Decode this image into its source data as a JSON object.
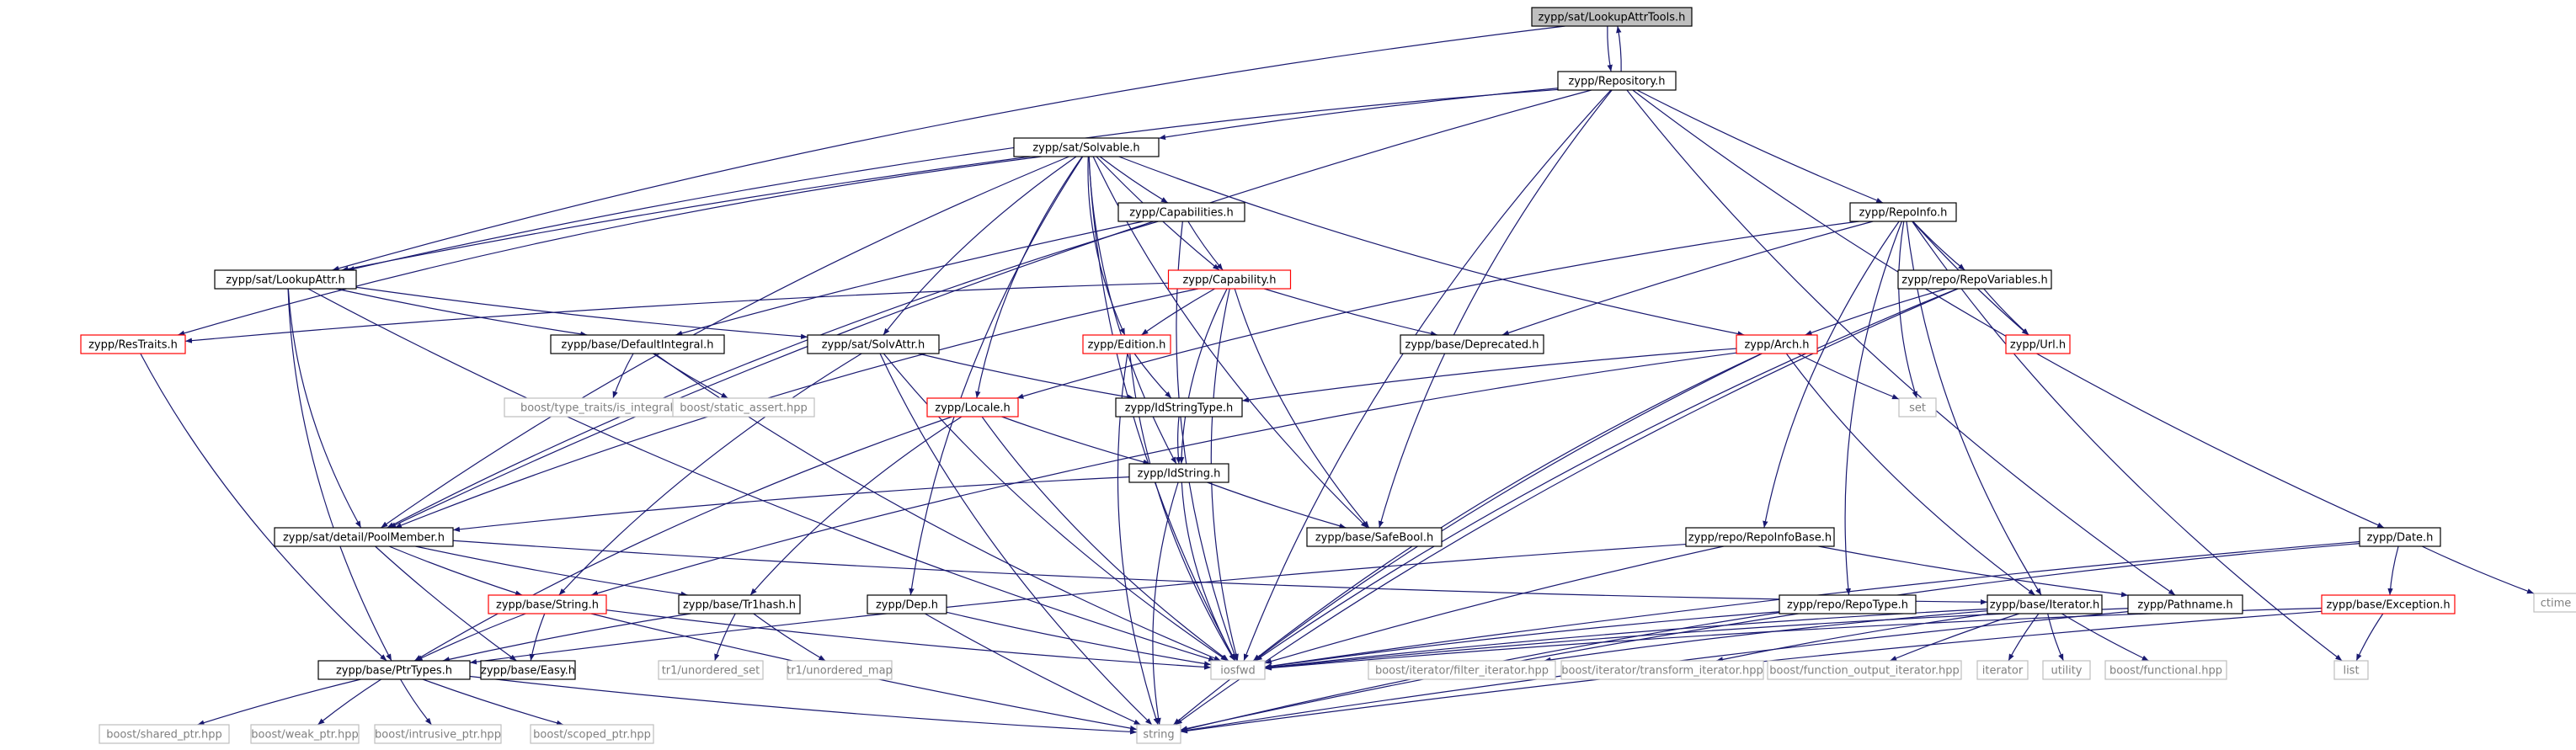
{
  "colors": {
    "edge": "#191970",
    "root_fill": "#bfbfbf",
    "normal_border": "#000000",
    "truncated_border": "#ff0000",
    "external_border": "#bfbfbf",
    "external_text": "#7f7f7f",
    "text": "#000000"
  },
  "nodes": [
    {
      "id": "lookupattrtools",
      "label": "zypp/sat/LookupAttrTools.h",
      "kind": "root"
    },
    {
      "id": "repository",
      "label": "zypp/Repository.h",
      "kind": "normal"
    },
    {
      "id": "solvable",
      "label": "zypp/sat/Solvable.h",
      "kind": "normal"
    },
    {
      "id": "repoinfo",
      "label": "zypp/RepoInfo.h",
      "kind": "normal"
    },
    {
      "id": "capabilities",
      "label": "zypp/Capabilities.h",
      "kind": "normal"
    },
    {
      "id": "lookupattr",
      "label": "zypp/sat/LookupAttr.h",
      "kind": "normal"
    },
    {
      "id": "capability",
      "label": "zypp/Capability.h",
      "kind": "truncated"
    },
    {
      "id": "repovariables",
      "label": "zypp/repo/RepoVariables.h",
      "kind": "normal"
    },
    {
      "id": "restraits",
      "label": "zypp/ResTraits.h",
      "kind": "truncated"
    },
    {
      "id": "defaultintegral",
      "label": "zypp/base/DefaultIntegral.h",
      "kind": "normal"
    },
    {
      "id": "solvattr",
      "label": "zypp/sat/SolvAttr.h",
      "kind": "normal"
    },
    {
      "id": "edition",
      "label": "zypp/Edition.h",
      "kind": "truncated"
    },
    {
      "id": "deprecated",
      "label": "zypp/base/Deprecated.h",
      "kind": "normal"
    },
    {
      "id": "arch",
      "label": "zypp/Arch.h",
      "kind": "truncated"
    },
    {
      "id": "url",
      "label": "zypp/Url.h",
      "kind": "truncated"
    },
    {
      "id": "is_integral",
      "label": "boost/type_traits/is_integral.hpp",
      "kind": "external"
    },
    {
      "id": "static_assert",
      "label": "boost/static_assert.hpp",
      "kind": "external"
    },
    {
      "id": "locale",
      "label": "zypp/Locale.h",
      "kind": "truncated"
    },
    {
      "id": "idstringtype",
      "label": "zypp/IdStringType.h",
      "kind": "normal"
    },
    {
      "id": "set",
      "label": "set",
      "kind": "external"
    },
    {
      "id": "idstring",
      "label": "zypp/IdString.h",
      "kind": "normal"
    },
    {
      "id": "poolmember",
      "label": "zypp/sat/detail/PoolMember.h",
      "kind": "normal"
    },
    {
      "id": "safebool",
      "label": "zypp/base/SafeBool.h",
      "kind": "normal"
    },
    {
      "id": "repoinfobase",
      "label": "zypp/repo/RepoInfoBase.h",
      "kind": "normal"
    },
    {
      "id": "date",
      "label": "zypp/Date.h",
      "kind": "normal"
    },
    {
      "id": "ctime",
      "label": "ctime",
      "kind": "external"
    },
    {
      "id": "string_h",
      "label": "zypp/base/String.h",
      "kind": "truncated"
    },
    {
      "id": "tr1hash",
      "label": "zypp/base/Tr1hash.h",
      "kind": "normal"
    },
    {
      "id": "dep",
      "label": "zypp/Dep.h",
      "kind": "normal"
    },
    {
      "id": "repotype",
      "label": "zypp/repo/RepoType.h",
      "kind": "normal"
    },
    {
      "id": "iterator_h",
      "label": "zypp/base/Iterator.h",
      "kind": "normal"
    },
    {
      "id": "pathname",
      "label": "zypp/Pathname.h",
      "kind": "normal"
    },
    {
      "id": "exception",
      "label": "zypp/base/Exception.h",
      "kind": "truncated"
    },
    {
      "id": "ptrtypes",
      "label": "zypp/base/PtrTypes.h",
      "kind": "normal"
    },
    {
      "id": "easy",
      "label": "zypp/base/Easy.h",
      "kind": "normal"
    },
    {
      "id": "iosfwd",
      "label": "iosfwd",
      "kind": "external"
    },
    {
      "id": "unordered_set",
      "label": "tr1/unordered_set",
      "kind": "external"
    },
    {
      "id": "unordered_map",
      "label": "tr1/unordered_map",
      "kind": "external"
    },
    {
      "id": "filter_iterator",
      "label": "boost/iterator/filter_iterator.hpp",
      "kind": "external"
    },
    {
      "id": "transform_iterator",
      "label": "boost/iterator/transform_iterator.hpp",
      "kind": "external"
    },
    {
      "id": "function_output_iterator",
      "label": "boost/function_output_iterator.hpp",
      "kind": "external"
    },
    {
      "id": "iterator",
      "label": "iterator",
      "kind": "external"
    },
    {
      "id": "utility",
      "label": "utility",
      "kind": "external"
    },
    {
      "id": "functional",
      "label": "boost/functional.hpp",
      "kind": "external"
    },
    {
      "id": "list",
      "label": "list",
      "kind": "external"
    },
    {
      "id": "shared_ptr",
      "label": "boost/shared_ptr.hpp",
      "kind": "external"
    },
    {
      "id": "weak_ptr",
      "label": "boost/weak_ptr.hpp",
      "kind": "external"
    },
    {
      "id": "intrusive_ptr",
      "label": "boost/intrusive_ptr.hpp",
      "kind": "external"
    },
    {
      "id": "scoped_ptr",
      "label": "boost/scoped_ptr.hpp",
      "kind": "external"
    },
    {
      "id": "string",
      "label": "string",
      "kind": "external"
    }
  ],
  "edges": [
    [
      "lookupattrtools",
      "repository"
    ],
    [
      "lookupattrtools",
      "lookupattr"
    ],
    [
      "repository",
      "lookupattrtools"
    ],
    [
      "repository",
      "solvable"
    ],
    [
      "repository",
      "repoinfo"
    ],
    [
      "repository",
      "lookupattr"
    ],
    [
      "repository",
      "poolmember"
    ],
    [
      "repository",
      "safebool"
    ],
    [
      "repository",
      "iosfwd"
    ],
    [
      "repository",
      "pathname"
    ],
    [
      "repository",
      "date"
    ],
    [
      "solvable",
      "capabilities"
    ],
    [
      "solvable",
      "capability"
    ],
    [
      "solvable",
      "restraits"
    ],
    [
      "solvable",
      "edition"
    ],
    [
      "solvable",
      "arch"
    ],
    [
      "solvable",
      "locale"
    ],
    [
      "solvable",
      "solvattr"
    ],
    [
      "solvable",
      "idstring"
    ],
    [
      "solvable",
      "poolmember"
    ],
    [
      "solvable",
      "safebool"
    ],
    [
      "solvable",
      "dep"
    ],
    [
      "solvable",
      "iosfwd"
    ],
    [
      "solvable",
      "lookupattr"
    ],
    [
      "repoinfo",
      "repovariables"
    ],
    [
      "repoinfo",
      "url"
    ],
    [
      "repoinfo",
      "deprecated"
    ],
    [
      "repoinfo",
      "set"
    ],
    [
      "repoinfo",
      "repoinfobase"
    ],
    [
      "repoinfo",
      "repotype"
    ],
    [
      "repoinfo",
      "iterator_h"
    ],
    [
      "repoinfo",
      "list"
    ],
    [
      "repoinfo",
      "locale"
    ],
    [
      "capabilities",
      "capability"
    ],
    [
      "capabilities",
      "poolmember"
    ],
    [
      "capabilities",
      "defaultintegral"
    ],
    [
      "capabilities",
      "iosfwd"
    ],
    [
      "lookupattr",
      "defaultintegral"
    ],
    [
      "lookupattr",
      "solvattr"
    ],
    [
      "lookupattr",
      "poolmember"
    ],
    [
      "lookupattr",
      "ptrtypes"
    ],
    [
      "lookupattr",
      "iosfwd"
    ],
    [
      "capability",
      "restraits"
    ],
    [
      "capability",
      "edition"
    ],
    [
      "capability",
      "deprecated"
    ],
    [
      "capability",
      "idstring"
    ],
    [
      "capability",
      "safebool"
    ],
    [
      "capability",
      "iosfwd"
    ],
    [
      "capability",
      "poolmember"
    ],
    [
      "repovariables",
      "arch"
    ],
    [
      "repovariables",
      "url"
    ],
    [
      "repovariables",
      "iosfwd"
    ],
    [
      "repovariables",
      "string"
    ],
    [
      "restraits",
      "ptrtypes"
    ],
    [
      "defaultintegral",
      "is_integral"
    ],
    [
      "defaultintegral",
      "static_assert"
    ],
    [
      "defaultintegral",
      "iosfwd"
    ],
    [
      "solvattr",
      "idstringtype"
    ],
    [
      "solvattr",
      "string_h"
    ],
    [
      "solvattr",
      "iosfwd"
    ],
    [
      "solvattr",
      "string"
    ],
    [
      "edition",
      "idstringtype"
    ],
    [
      "edition",
      "iosfwd"
    ],
    [
      "edition",
      "string"
    ],
    [
      "arch",
      "idstringtype"
    ],
    [
      "arch",
      "set"
    ],
    [
      "arch",
      "iterator_h"
    ],
    [
      "arch",
      "string_h"
    ],
    [
      "arch",
      "iosfwd"
    ],
    [
      "arch",
      "string"
    ],
    [
      "locale",
      "idstring"
    ],
    [
      "locale",
      "tr1hash"
    ],
    [
      "locale",
      "iosfwd"
    ],
    [
      "locale",
      "ptrtypes"
    ],
    [
      "idstringtype",
      "idstring"
    ],
    [
      "idstring",
      "poolmember"
    ],
    [
      "idstring",
      "safebool"
    ],
    [
      "idstring",
      "iosfwd"
    ],
    [
      "idstring",
      "string"
    ],
    [
      "poolmember",
      "string_h"
    ],
    [
      "poolmember",
      "tr1hash"
    ],
    [
      "poolmember",
      "easy"
    ],
    [
      "poolmember",
      "iterator_h"
    ],
    [
      "repoinfobase",
      "pathname"
    ],
    [
      "repoinfobase",
      "iosfwd"
    ],
    [
      "repoinfobase",
      "ptrtypes"
    ],
    [
      "date",
      "exception"
    ],
    [
      "date",
      "ctime"
    ],
    [
      "date",
      "iosfwd"
    ],
    [
      "date",
      "string"
    ],
    [
      "string_h",
      "ptrtypes"
    ],
    [
      "string_h",
      "easy"
    ],
    [
      "string_h",
      "iosfwd"
    ],
    [
      "string_h",
      "string"
    ],
    [
      "tr1hash",
      "unordered_set"
    ],
    [
      "tr1hash",
      "unordered_map"
    ],
    [
      "tr1hash",
      "ptrtypes"
    ],
    [
      "dep",
      "iosfwd"
    ],
    [
      "dep",
      "string"
    ],
    [
      "repotype",
      "iosfwd"
    ],
    [
      "repotype",
      "string"
    ],
    [
      "iterator_h",
      "filter_iterator"
    ],
    [
      "iterator_h",
      "transform_iterator"
    ],
    [
      "iterator_h",
      "function_output_iterator"
    ],
    [
      "iterator_h",
      "iterator"
    ],
    [
      "iterator_h",
      "utility"
    ],
    [
      "iterator_h",
      "functional"
    ],
    [
      "iterator_h",
      "iosfwd"
    ],
    [
      "pathname",
      "iosfwd"
    ],
    [
      "pathname",
      "string"
    ],
    [
      "exception",
      "list"
    ],
    [
      "exception",
      "iosfwd"
    ],
    [
      "exception",
      "string"
    ],
    [
      "ptrtypes",
      "shared_ptr"
    ],
    [
      "ptrtypes",
      "weak_ptr"
    ],
    [
      "ptrtypes",
      "intrusive_ptr"
    ],
    [
      "ptrtypes",
      "scoped_ptr"
    ],
    [
      "ptrtypes",
      "string"
    ]
  ]
}
